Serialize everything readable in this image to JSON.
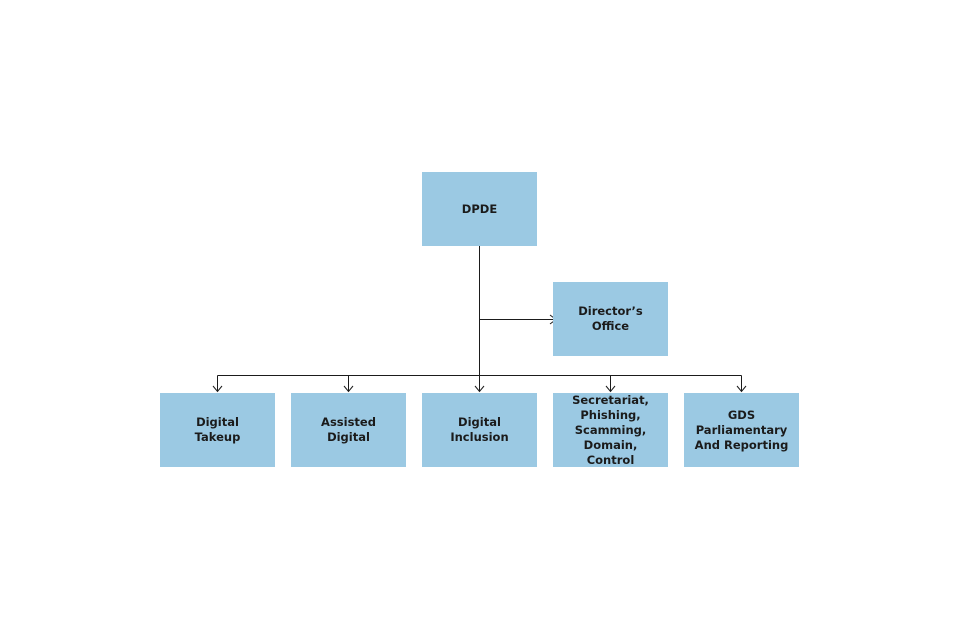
{
  "org_chart": {
    "root": {
      "label": "DPDE"
    },
    "office": {
      "label": "Director’s\nOffice"
    },
    "teams": [
      {
        "label": "Digital\nTakeup"
      },
      {
        "label": "Assisted\nDigital"
      },
      {
        "label": "Digital\nInclusion"
      },
      {
        "label": "Secretariat,\nPhishing,\nScamming,\nDomain, Control"
      },
      {
        "label": "GDS\nParliamentary\nAnd Reporting"
      }
    ]
  },
  "colors": {
    "node_fill": "#9bc9e3",
    "connector": "#1b1b1b",
    "text": "#1b1b1b"
  }
}
